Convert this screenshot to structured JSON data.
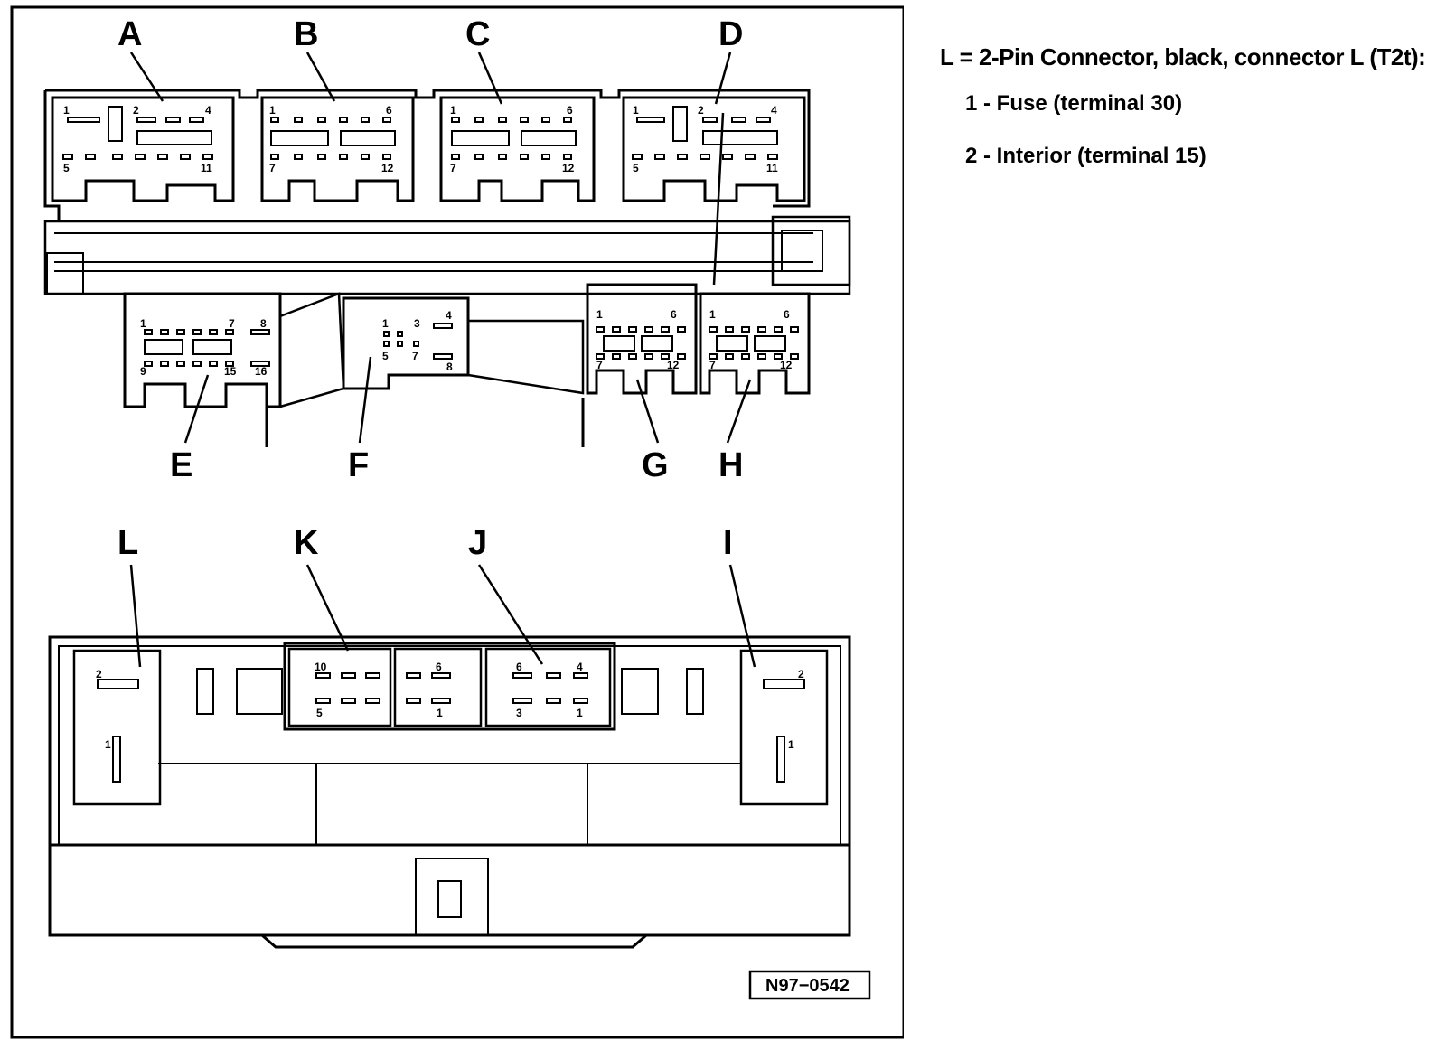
{
  "legend": {
    "title": "L = 2-Pin Connector, black, connector L (T2t):",
    "items": [
      "1 - Fuse (terminal 30)",
      "2 - Interior (terminal 15)"
    ]
  },
  "connectors": {
    "A": "A",
    "B": "B",
    "C": "C",
    "D": "D",
    "E": "E",
    "F": "F",
    "G": "G",
    "H": "H",
    "I": "I",
    "J": "J",
    "K": "K",
    "L": "L"
  },
  "pins": {
    "a1": "1",
    "a2": "2",
    "a4": "4",
    "a5": "5",
    "a11": "11",
    "b1": "1",
    "b6": "6",
    "b7": "7",
    "b12": "12",
    "c1": "1",
    "c6": "6",
    "c7": "7",
    "c12": "12",
    "d1": "1",
    "d2": "2",
    "d4": "4",
    "d5": "5",
    "d11": "11",
    "e1": "1",
    "e7": "7",
    "e8": "8",
    "e9": "9",
    "e15": "15",
    "e16": "16",
    "f1": "1",
    "f3": "3",
    "f4": "4",
    "f5": "5",
    "f7": "7",
    "f8": "8",
    "g1": "1",
    "g6": "6",
    "g7": "7",
    "g12": "12",
    "h1": "1",
    "h6": "6",
    "h7": "7",
    "h12": "12",
    "l1": "1",
    "l2": "2",
    "k10": "10",
    "k5": "5",
    "k6": "6",
    "k1": "1",
    "j6": "6",
    "j4": "4",
    "j3": "3",
    "j1": "1",
    "i1": "1",
    "i2": "2"
  },
  "figure_id": "N97−0542"
}
